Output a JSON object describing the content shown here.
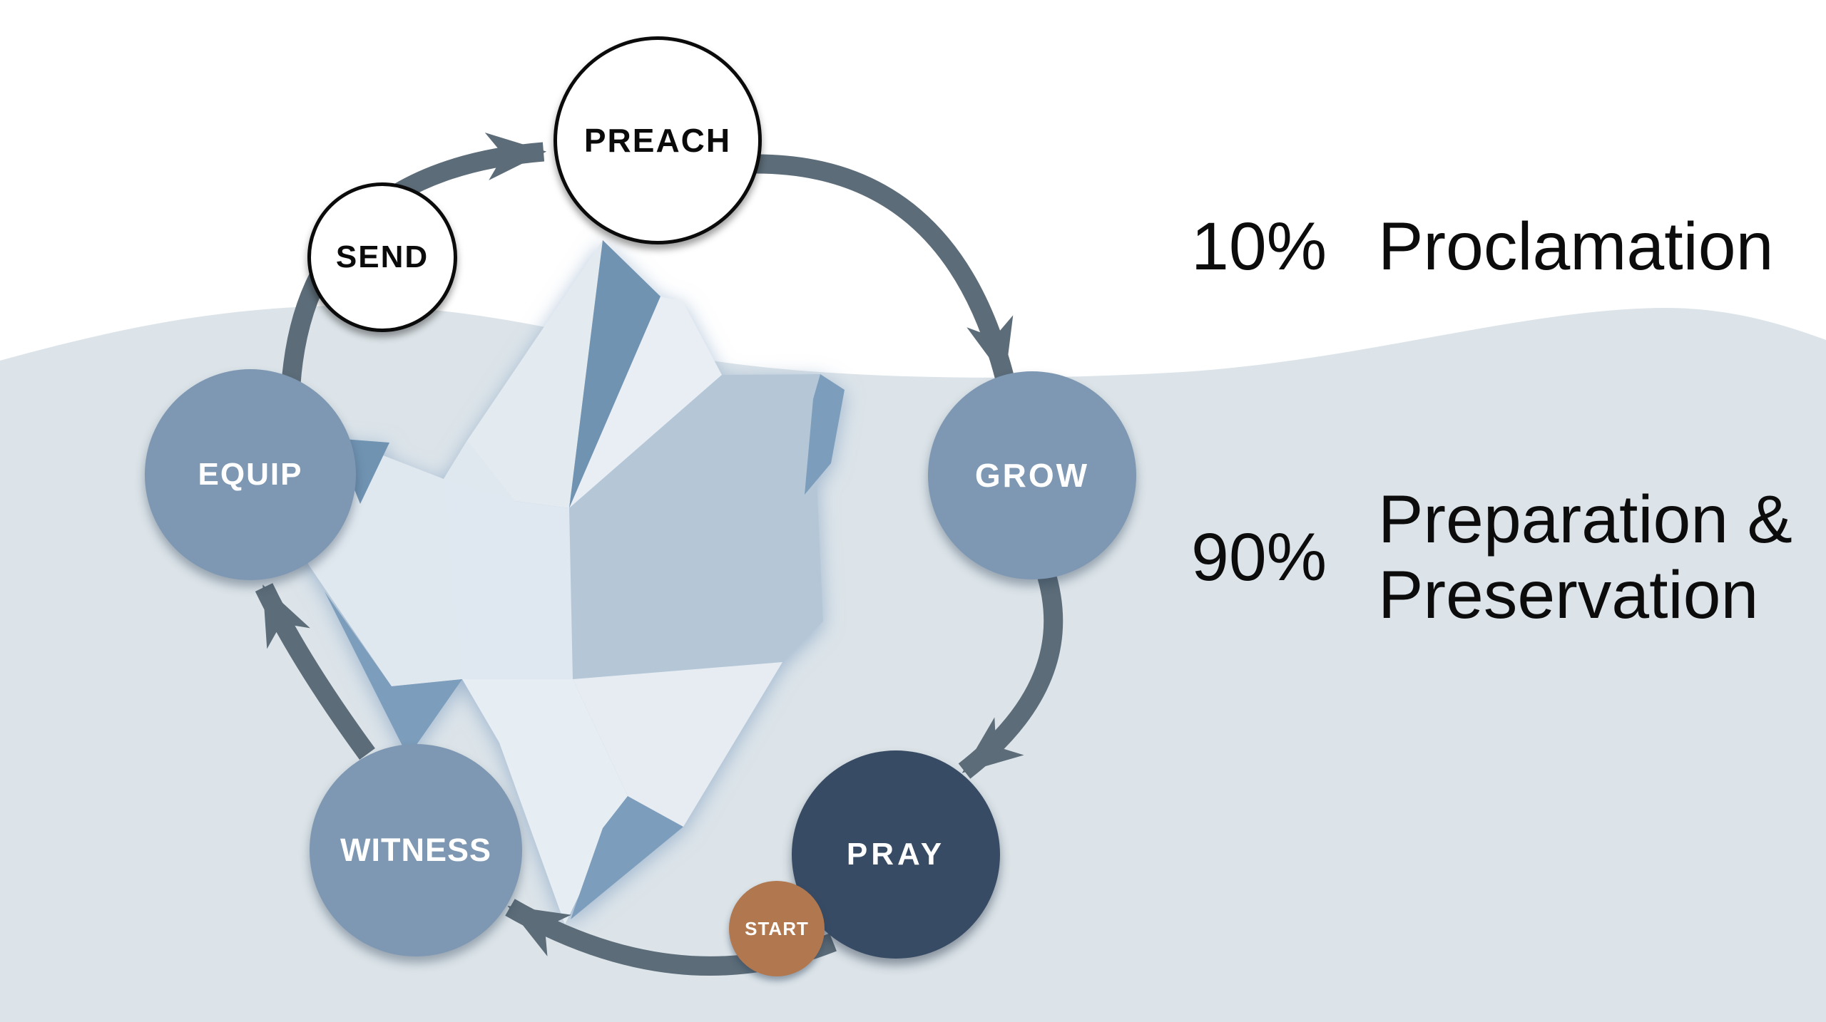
{
  "diagram_type": "iceberg-cycle-infographic",
  "cycle": {
    "nodes": [
      {
        "id": "preach",
        "label": "PREACH",
        "position": "top",
        "fill": "#ffffff",
        "text_color": "#0b0b0b"
      },
      {
        "id": "send",
        "label": "SEND",
        "position": "upper-left",
        "fill": "#ffffff",
        "text_color": "#0b0b0b"
      },
      {
        "id": "equip",
        "label": "EQUIP",
        "position": "left",
        "fill": "#7e98b3",
        "text_color": "#ffffff"
      },
      {
        "id": "grow",
        "label": "GROW",
        "position": "right",
        "fill": "#7e98b3",
        "text_color": "#ffffff"
      },
      {
        "id": "witness",
        "label": "WITNESS",
        "position": "lower-left",
        "fill": "#7e98b3",
        "text_color": "#ffffff"
      },
      {
        "id": "pray",
        "label": "PRAY",
        "position": "lower-right",
        "fill": "#374b64",
        "text_color": "#ffffff"
      },
      {
        "id": "start",
        "label": "START",
        "position": "bottom",
        "fill": "#b1784f",
        "text_color": "#ffffff"
      }
    ],
    "arrows": [
      {
        "from": "equip",
        "to": "preach",
        "passes_behind": "send"
      },
      {
        "from": "preach",
        "to": "grow"
      },
      {
        "from": "grow",
        "to": "pray"
      },
      {
        "from": "pray",
        "to": "witness",
        "passes_behind": "start"
      },
      {
        "from": "witness",
        "to": "equip"
      }
    ]
  },
  "legend": {
    "top": {
      "percent": "10%",
      "label": "Proclamation"
    },
    "bottom": {
      "percent": "90%",
      "label_line1": "Preparation &",
      "label_line2": "Preservation"
    }
  },
  "colors": {
    "above_water_bg": "#ffffff",
    "water": "#dce4e9",
    "arrow": "#5c6c78",
    "node_blue": "#7e98b3",
    "node_dark_navy": "#374b64",
    "node_start_copper": "#b1784f",
    "iceberg_light": "#e3eaf0",
    "iceberg_medium": "#b5c7d7",
    "iceberg_dark": "#7c9dbb",
    "iceberg_crevasse": "#6f93b2",
    "legend_text": "#0c0c0c"
  }
}
